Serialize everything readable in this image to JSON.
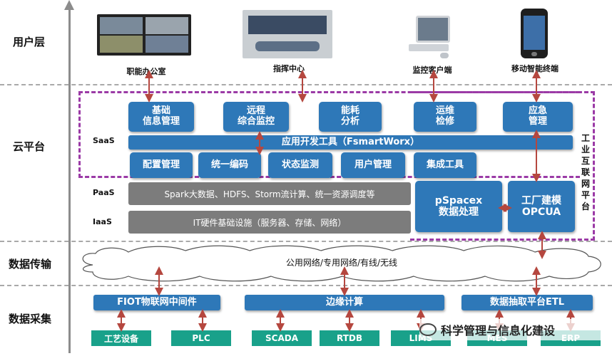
{
  "layers": {
    "user": "用户层",
    "cloud": "云平台",
    "transfer": "数据传输",
    "collect": "数据采集"
  },
  "sub_layers": {
    "saas": "SaaS",
    "paas": "PaaS",
    "iaas": "IaaS"
  },
  "devices": {
    "office": "职能办公室",
    "command": "指挥中心",
    "monitor_client": "监控客户端",
    "mobile": "移动智能终端"
  },
  "saas_top": {
    "basic_info": "基础\n信息管理",
    "remote_monitor": "远程\n综合监控",
    "energy": "能耗\n分析",
    "ops": "运维\n检修",
    "emergency": "应急\n管理"
  },
  "dev_tool": "应用开发工具（FsmartWorx）",
  "saas_bottom": {
    "config": "配置管理",
    "coding": "统一编码",
    "status": "状态监测",
    "user_mgmt": "用户管理",
    "integration": "集成工具"
  },
  "paas_text": "Spark大数据、HDFS、Storm流计算、统一资源调度等",
  "iaas_text": "IT硬件基础设施（服务器、存储、网络）",
  "pspace": "pSpacex\n数据处理",
  "factory": "工厂建模\nOPCUA",
  "industrial_platform": "工业互联网平台",
  "network": "公用网络/专用网络/有线/无线",
  "collect_boxes": {
    "fiot": "FIOT物联网中间件",
    "edge": "边缘计算",
    "etl": "数据抽取平台ETL"
  },
  "sources": {
    "process": "工艺设备",
    "plc": "PLC",
    "scada": "SCADA",
    "rtdb": "RTDB",
    "lims": "LIMS",
    "mes": "MES",
    "erp": "ERP"
  },
  "watermark": "科学管理与信息化建设",
  "colors": {
    "blue": "#2e78b8",
    "gray": "#7c7c7c",
    "green": "#19a18a",
    "purple": "#9b3aa6",
    "arrow": "#b5473f"
  }
}
